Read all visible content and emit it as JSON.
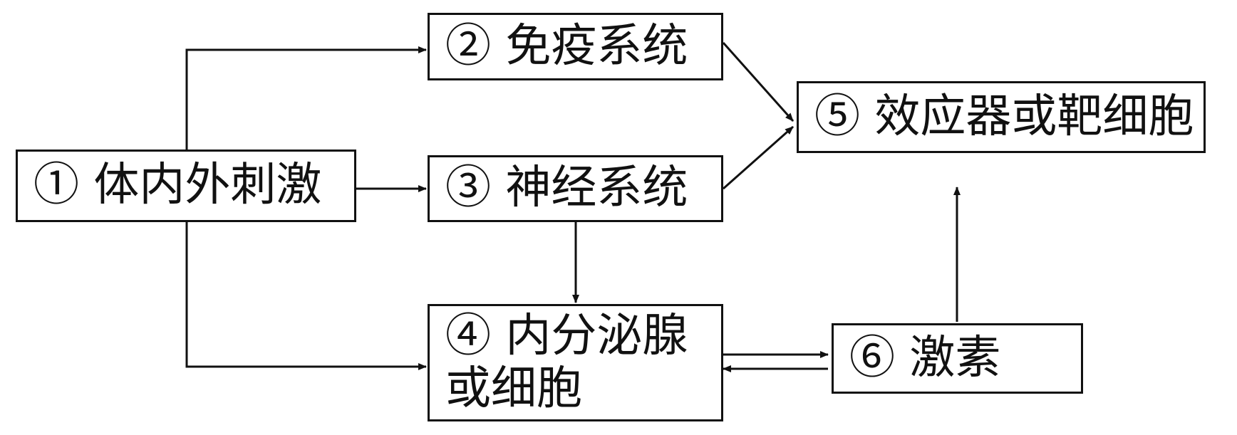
{
  "nodes": {
    "stimulus": "① 体内外刺激",
    "immune": "② 免疫系统",
    "nervous": "③ 神经系统",
    "endocrine": "④ 内分泌腺或细胞",
    "effector": "⑤ 效应器或靶细胞",
    "hormone": "⑥ 激素"
  }
}
